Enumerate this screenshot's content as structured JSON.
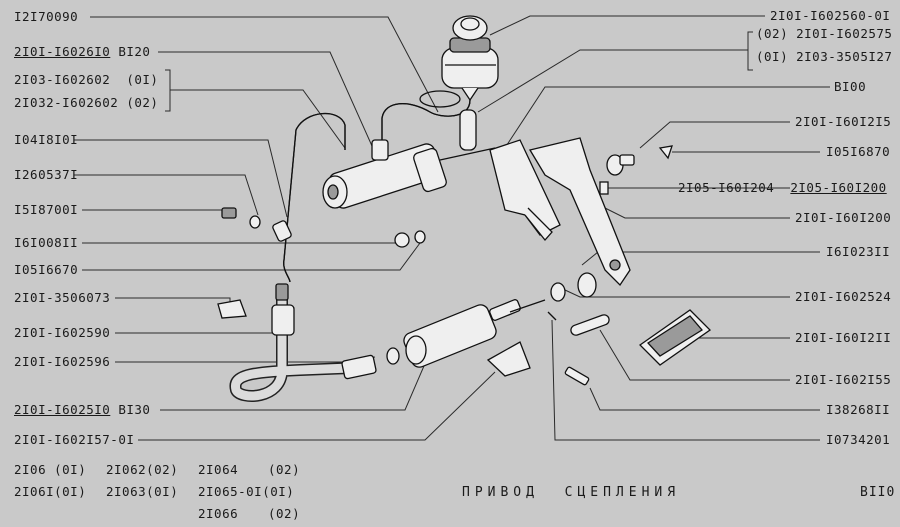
{
  "labels_left": {
    "l1": "I2I70090",
    "l2a": "2I0I-I6026I0",
    "l2b": "BI20",
    "l3": "2I03-I602602  (0I)",
    "l4": "2I032-I602602 (02)",
    "l5": "I04I8I0I",
    "l6": "I260537I",
    "l7": "I5I8700I",
    "l8": "I6I008II",
    "l9": "I05I6670",
    "l10": "2I0I-3506073",
    "l11": "2I0I-I602590",
    "l12": "2I0I-I602596",
    "l13a": "2I0I-I6025I0",
    "l13b": "BI30",
    "l14": "2I0I-I602I57-0I"
  },
  "labels_right": {
    "r1": "2I0I-I602560-0I",
    "r2": "(02) 2I0I-I602575",
    "r3": "(0I) 2I03-3505I27",
    "r4": "BI00",
    "r5": "2I0I-I60I2I5",
    "r6": "I05I6870",
    "r7a": "2I05-I60I204",
    "r7b": "2I05-I60I200",
    "r8": "2I0I-I60I200",
    "r9": "I6I023II",
    "r10": "2I0I-I602524",
    "r11": "2I0I-I60I2II",
    "r12": "2I0I-I602I55",
    "r13": "I38268II",
    "r14": "I0734201"
  },
  "models": {
    "m1": "2I06 (0I)",
    "m2": "2I062(02)",
    "m3": "2I064",
    "m3b": "(02)",
    "m4": "2I06I(0I)",
    "m5": "2I063(0I)",
    "m6": "2I065-0I(0I)",
    "m7": "2I066",
    "m7b": "(02)"
  },
  "footer": {
    "title": "ПРИВОД  СЦЕПЛЕНИЯ",
    "page": "BII0"
  }
}
